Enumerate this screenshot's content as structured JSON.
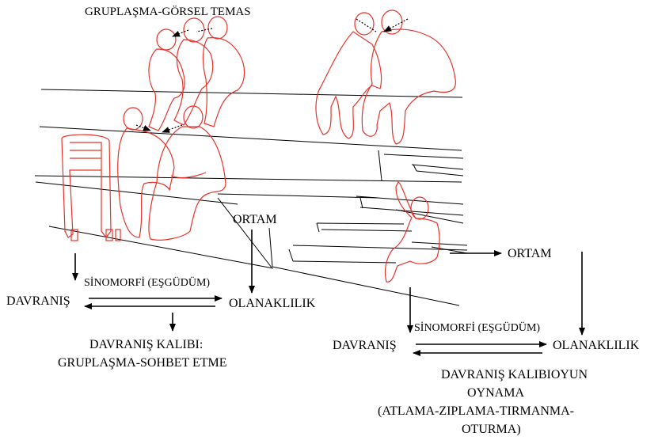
{
  "title": "GRUPLAŞMA-GÖRSEL TEMAS",
  "left": {
    "behavior": "DAVRANIŞ",
    "affordance": "OLANAKLILIK",
    "environment": "ORTAM",
    "synomorphy": "SİNOMORFİ (EŞGÜDÜM)",
    "pattern_line1": "DAVRANIŞ KALIBI:",
    "pattern_line2": "GRUPLAŞMA-SOHBET ETME"
  },
  "right": {
    "behavior": "DAVRANIŞ",
    "affordance": "OLANAKLILIK",
    "environment": "ORTAM",
    "synomorphy": "SİNOMORFİ (EŞGÜDÜM)",
    "pattern_line1": "DAVRANIŞ KALIBIOYUN",
    "pattern_line2": "OYNAMA",
    "pattern_line3": "(ATLAMA-ZIPLAMA-TIRMANMA-",
    "pattern_line4": "OTURMA)"
  },
  "colors": {
    "figure_outline": "#e8322a",
    "structure_line": "#000000"
  }
}
